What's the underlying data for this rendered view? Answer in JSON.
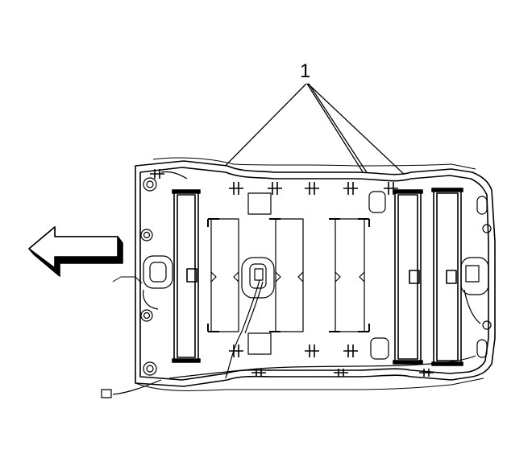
{
  "diagram": {
    "callout": {
      "number": "1"
    },
    "arrow": {
      "icon": "direction-arrow-icon",
      "direction": "left"
    },
    "subject": {
      "icon": "headliner-panel-icon",
      "view": "top"
    },
    "components": {
      "icon": "absorber-pad-icon",
      "count": 3
    }
  },
  "colors": {
    "line": "#000000",
    "background": "#ffffff",
    "fill": "#ffffff"
  }
}
